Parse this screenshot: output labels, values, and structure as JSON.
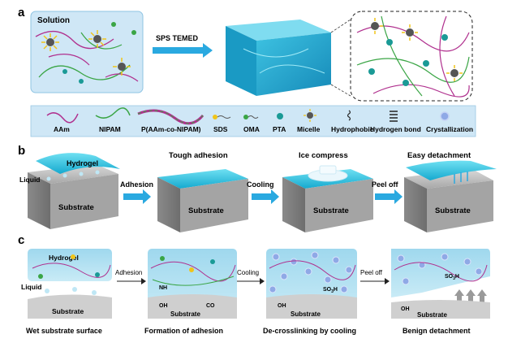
{
  "panels": {
    "a": {
      "letter": "a",
      "solution_label": "Solution",
      "arrow_label": "SPS TEMED",
      "legend": [
        {
          "key": "aam",
          "label": "AAm"
        },
        {
          "key": "nipam",
          "label": "NIPAM"
        },
        {
          "key": "copolymer",
          "label": "P(AAm-co-NIPAM)"
        },
        {
          "key": "sds",
          "label": "SDS"
        },
        {
          "key": "oma",
          "label": "OMA"
        },
        {
          "key": "pta",
          "label": "PTA"
        },
        {
          "key": "micelle",
          "label": "Micelle"
        },
        {
          "key": "hydrophobic",
          "label": "Hydrophobic"
        },
        {
          "key": "hbond",
          "label": "Hydrogen bond"
        },
        {
          "key": "crystal",
          "label": "Crystallization"
        }
      ]
    },
    "b": {
      "letter": "b",
      "liquid_label": "Liquid",
      "hydrogel_label": "Hydrogel",
      "substrate_label": "Substrate",
      "step_titles": [
        "Tough adhesion",
        "Ice compress",
        "Easy detachment"
      ],
      "arrows": [
        "Adhesion",
        "Cooling",
        "Peel off"
      ]
    },
    "c": {
      "letter": "c",
      "hydrogel_label": "Hydrogel",
      "liquid_label": "Liquid",
      "substrate_label": "Substrate",
      "arrows": [
        "Adhesion",
        "Cooling",
        "Peel off"
      ],
      "captions": [
        "Wet substrate surface",
        "Formation of adhesion",
        "De-crosslinking by cooling",
        "Benign detachment"
      ],
      "oh_label": "OH",
      "co_label": "CO",
      "nh_label": "NH",
      "so3h_label": "SO",
      "so3h_sub": "3",
      "so3h_tail": "H"
    }
  },
  "colors": {
    "hydrogel_cyan": "#1fb7d6",
    "hydrogel_light": "#8fdcf0",
    "arrow_blue": "#2aa9e0",
    "substrate_gray": "#9a9a9a",
    "panel_bg": "#d8eef8",
    "pink_chain": "#b0308e",
    "green_chain": "#3aa545",
    "pta_teal": "#1a9a96",
    "sds_yellow": "#f0c419",
    "crystal_blue": "#8fa9e6"
  }
}
